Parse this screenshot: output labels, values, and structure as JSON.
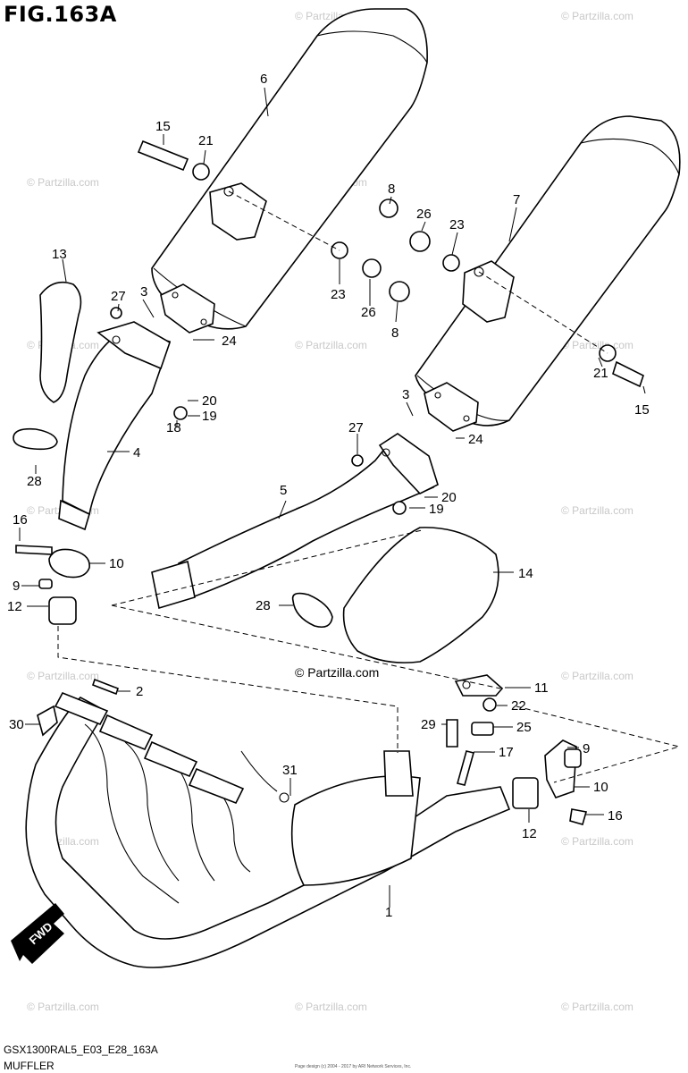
{
  "figure": {
    "title": "FIG.163A",
    "code": "GSX1300RAL5_E03_E28_163A",
    "name": "MUFFLER",
    "copyright": "Page design (c) 2004 - 2017 by ARI Network Services, Inc.",
    "watermark": "© Partzilla.com",
    "center_watermark": "© Partzilla.com",
    "direction_label": "FWD"
  },
  "callouts": [
    "1",
    "2",
    "3",
    "3",
    "4",
    "5",
    "6",
    "7",
    "8",
    "8",
    "9",
    "9",
    "10",
    "10",
    "11",
    "12",
    "12",
    "13",
    "14",
    "15",
    "15",
    "16",
    "16",
    "17",
    "18",
    "19",
    "19",
    "20",
    "20",
    "21",
    "21",
    "22",
    "23",
    "23",
    "24",
    "24",
    "25",
    "26",
    "26",
    "27",
    "27",
    "28",
    "28",
    "29",
    "30",
    "31"
  ]
}
